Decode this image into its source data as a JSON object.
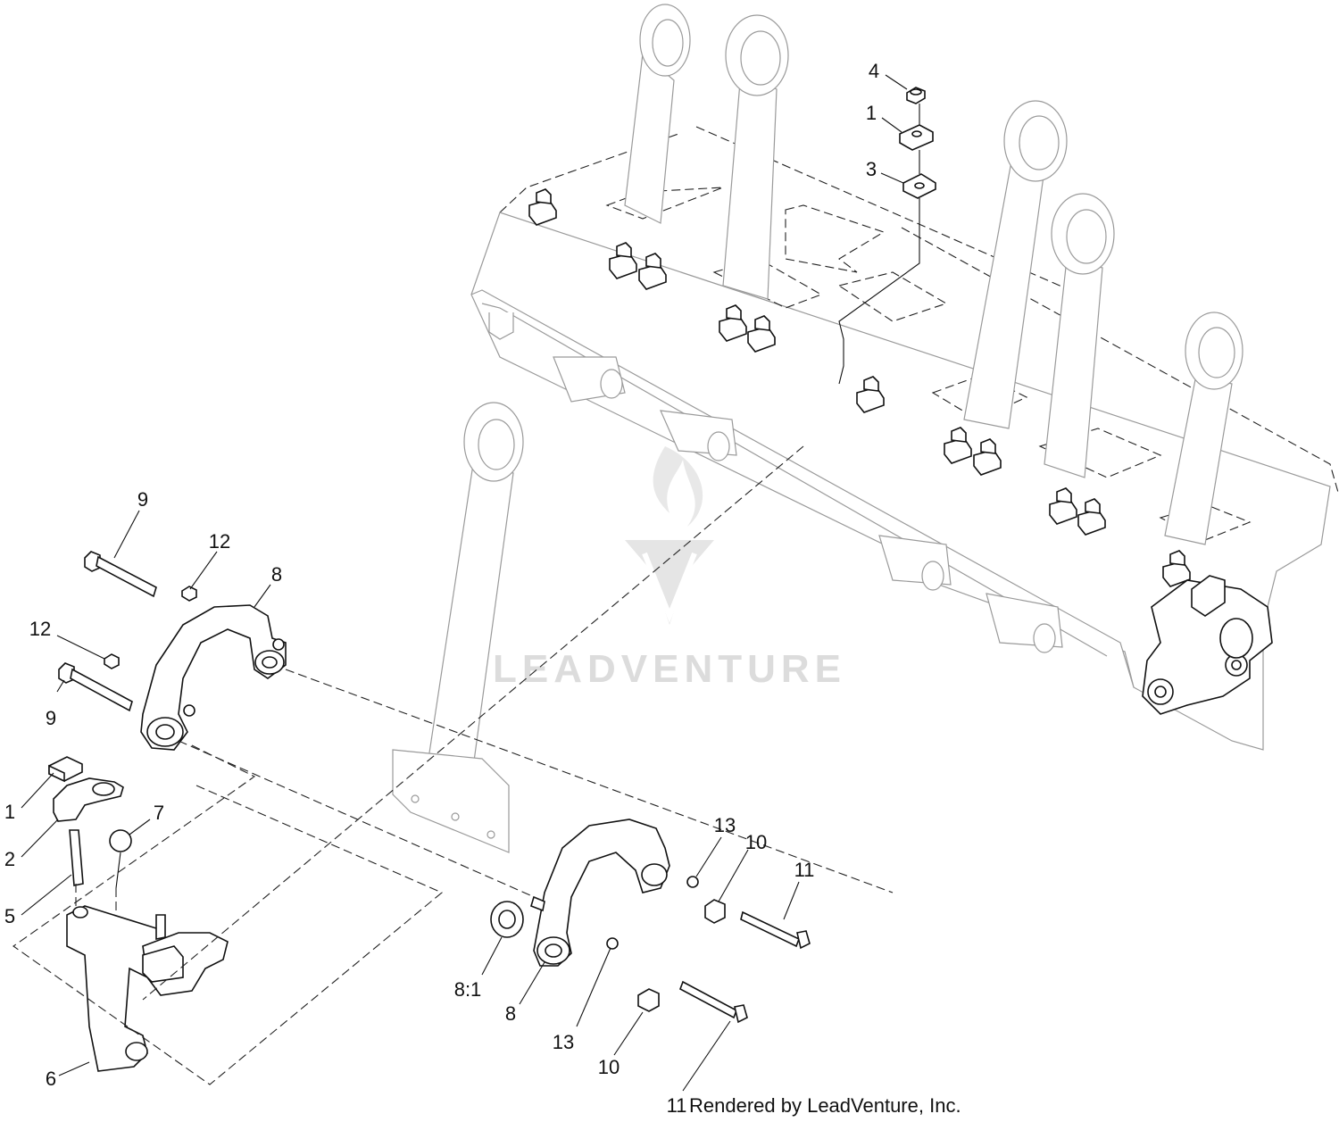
{
  "diagram": {
    "callouts": [
      {
        "id": "c-4-top",
        "text": "4"
      },
      {
        "id": "c-1-top",
        "text": "1"
      },
      {
        "id": "c-3-top",
        "text": "3"
      },
      {
        "id": "c-9-upper",
        "text": "9"
      },
      {
        "id": "c-12-upper",
        "text": "12"
      },
      {
        "id": "c-8-upper",
        "text": "8"
      },
      {
        "id": "c-12-lower",
        "text": "12"
      },
      {
        "id": "c-9-lower",
        "text": "9"
      },
      {
        "id": "c-1-left",
        "text": "1"
      },
      {
        "id": "c-2-left",
        "text": "2"
      },
      {
        "id": "c-7-left",
        "text": "7"
      },
      {
        "id": "c-5-left",
        "text": "5"
      },
      {
        "id": "c-6-left",
        "text": "6"
      },
      {
        "id": "c-13-upper",
        "text": "13"
      },
      {
        "id": "c-10-upper",
        "text": "10"
      },
      {
        "id": "c-11-upper",
        "text": "11"
      },
      {
        "id": "c-8-1",
        "text": "8:1"
      },
      {
        "id": "c-8-lower",
        "text": "8"
      },
      {
        "id": "c-13-lower",
        "text": "13"
      },
      {
        "id": "c-10-lower",
        "text": "10"
      },
      {
        "id": "c-11-lower",
        "text": "11"
      }
    ],
    "footer_text": "Rendered by LeadVenture, Inc.",
    "watermark_text": "LEADVENTURE"
  },
  "colors": {
    "line": "#111111",
    "ghost_line": "#9a9a9a",
    "watermark": "#d9d9d9",
    "background": "#ffffff"
  }
}
